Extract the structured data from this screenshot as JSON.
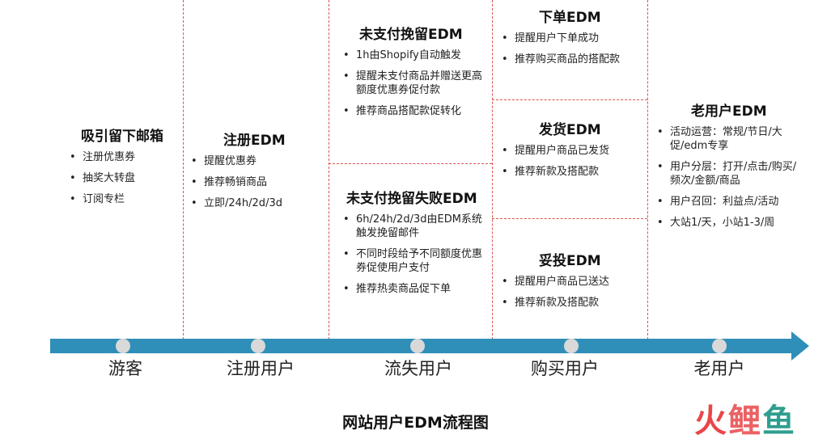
{
  "columns": [
    {
      "title": "吸引留下邮箱",
      "items": [
        "注册优惠券",
        "抽奖大转盘",
        "订阅专栏"
      ]
    },
    {
      "title": "注册EDM",
      "items": [
        "提醒优惠券",
        "推荐畅销商品",
        "立即/24h/2d/3d"
      ]
    },
    {
      "title": "未支付挽留EDM",
      "items": [
        "1h由Shopify自动触发",
        "提醒未支付商品并赠送更高额度优惠券促付款",
        "推荐商品搭配款促转化"
      ]
    },
    {
      "title": "未支付挽留失败EDM",
      "items": [
        "6h/24h/2d/3d由EDM系统触发挽留邮件",
        "不同时段给予不同额度优惠券促使用户支付",
        "推荐热卖商品促下单"
      ]
    },
    {
      "title": "下单EDM",
      "items": [
        "提醒用户下单成功",
        "推荐购买商品的搭配款"
      ]
    },
    {
      "title": "发货EDM",
      "items": [
        "提醒用户商品已发货",
        "推荐新款及搭配款"
      ]
    },
    {
      "title": "妥投EDM",
      "items": [
        "提醒用户商品已送达",
        "推荐新款及搭配款"
      ]
    },
    {
      "title": "老用户EDM",
      "items": [
        "活动运营：常规/节日/大促/edm专享",
        "用户分层：打开/点击/购买/频次/金额/商品",
        "用户召回：利益点/活动",
        "大站1/天，小站1-3/周"
      ]
    }
  ],
  "stages": [
    "游客",
    "注册用户",
    "流失用户",
    "购买用户",
    "老用户"
  ],
  "caption": "网站用户EDM流程图",
  "logo": {
    "char1": "火",
    "char2": "鲤",
    "char3": "鱼"
  },
  "colors": {
    "timeline": "#2f8fb8",
    "divider": "#d9534f",
    "node": "#d9d9d9"
  }
}
